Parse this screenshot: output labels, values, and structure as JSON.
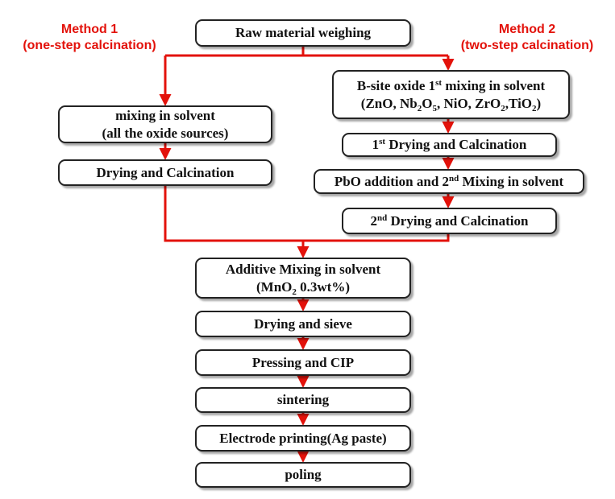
{
  "colors": {
    "accent": "#e3120b",
    "box_border": "#222222",
    "text": "#111111"
  },
  "method1": {
    "title": "Method 1",
    "subtitle": "(one-step calcination)"
  },
  "method2": {
    "title": "Method 2",
    "subtitle": "(two-step calcination)"
  },
  "steps": {
    "raw_weighing": "Raw material weighing",
    "m1_mixing_line1": "mixing in solvent",
    "m1_mixing_line2": "(all the oxide sources)",
    "m1_drying": "Drying and Calcination",
    "m2_mix": {
      "a": "B-site oxide 1",
      "a_sup": "st",
      "b": " mixing in solvent",
      "c": "(ZnO, Nb",
      "c_sub1": "2",
      "d": "O",
      "d_sub": "5",
      "e": ", NiO, ZrO",
      "e_sub": "2",
      "f": ",TiO",
      "f_sub": "2",
      "g": ")"
    },
    "m2_dry1": {
      "num": "1",
      "sup": "st",
      "text": " Drying and Calcination"
    },
    "m2_pbo": {
      "a": "PbO addition and 2",
      "sup": "nd",
      "b": " Mixing in solvent"
    },
    "m2_dry2": {
      "num": "2",
      "sup": "nd",
      "text": " Drying and Calcination"
    },
    "additive": {
      "line1": "Additive Mixing in solvent",
      "a": "(MnO",
      "sub": "2",
      "b": " 0.3wt%)"
    },
    "drying_sieve": "Drying and sieve",
    "pressing": "Pressing and CIP",
    "sintering": "sintering",
    "electrode": "Electrode printing(Ag paste)",
    "poling": "poling"
  }
}
